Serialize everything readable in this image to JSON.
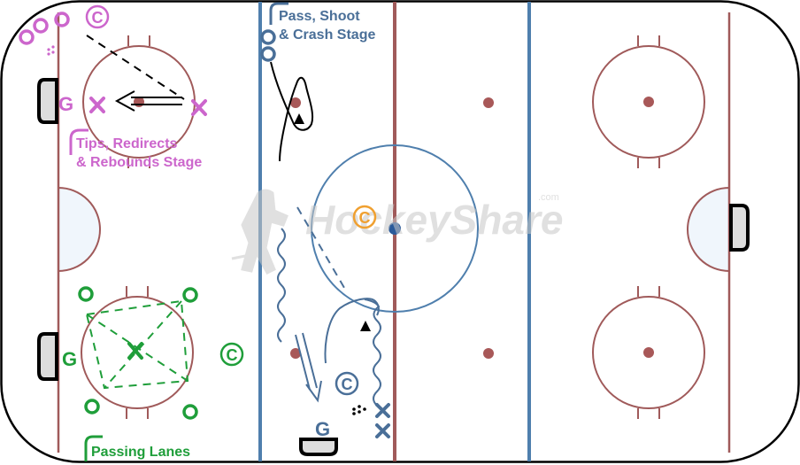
{
  "colors": {
    "board": "#000000",
    "red_line": "#a05a5a",
    "blue_line": "#4f7fad",
    "purple": "#cc66cc",
    "blue_player": "#4a6f98",
    "green": "#1f9e3a",
    "orange": "#f0a030",
    "crease": "#f0f6fc",
    "faceoff_dot": "#a85858",
    "center_dot": "#2a5a9a",
    "watermark": "#c8c8c8"
  },
  "labels": {
    "stage_tips_line1": "Tips, Redirects",
    "stage_tips_line2": "& Rebounds Stage",
    "stage_pass_line1": "Pass, Shoot",
    "stage_pass_line2": "& Crash Stage",
    "stage_passing": "Passing Lanes",
    "goalie": "G",
    "coach": "C",
    "watermark_brand": "HockeyShare",
    "watermark_suffix": ".com"
  },
  "icons": {
    "coach_marker": "circled-c",
    "goalie_marker": "letter-g",
    "player_x": "cross-mark",
    "player_o": "ring-mark",
    "puck_pile": "dot-cluster",
    "shooter": "triangle"
  }
}
